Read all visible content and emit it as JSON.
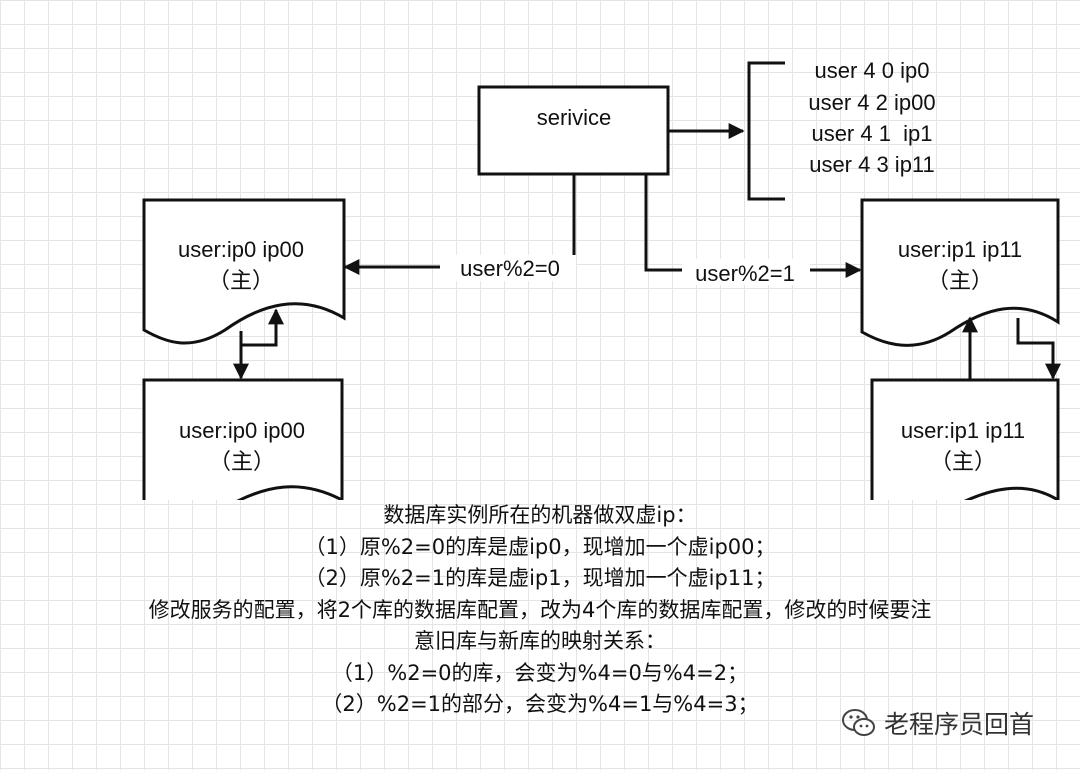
{
  "service": {
    "label": "serivice"
  },
  "mapping": {
    "lines": [
      "user 4 0 ip0",
      "user 4 2 ip00",
      "user 4 1  ip1",
      "user 4 3 ip11"
    ]
  },
  "edges": {
    "left_label": "user%2=0",
    "right_label": "user%2=1"
  },
  "databases": {
    "left_primary": {
      "name": "user:ip0 ip00",
      "role": "（主）"
    },
    "left_secondary": {
      "name": "user:ip0 ip00",
      "role": "（主）"
    },
    "right_primary": {
      "name": "user:ip1 ip11",
      "role": "（主）"
    },
    "right_secondary": {
      "name": "user:ip1 ip11",
      "role": "（主）"
    }
  },
  "notes": [
    "数据库实例所在的机器做双虚ip：",
    "（1）原%2=0的库是虚ip0，现增加一个虚ip00；",
    "（2）原%2=1的库是虚ip1，现增加一个虚ip11；",
    "修改服务的配置，将2个库的数据库配置，改为4个库的数据库配置，修改的时候要注",
    "意旧库与新库的映射关系：",
    "（1）%2=0的库，会变为%4=0与%4=2；",
    "（2）%2=1的部分，会变为%4=1与%4=3；"
  ],
  "watermark": {
    "text": "老程序员回首",
    "icon": "wechat-icon"
  },
  "colors": {
    "stroke": "#111111",
    "grid": "#e4e4e4",
    "background": "#ffffff"
  }
}
